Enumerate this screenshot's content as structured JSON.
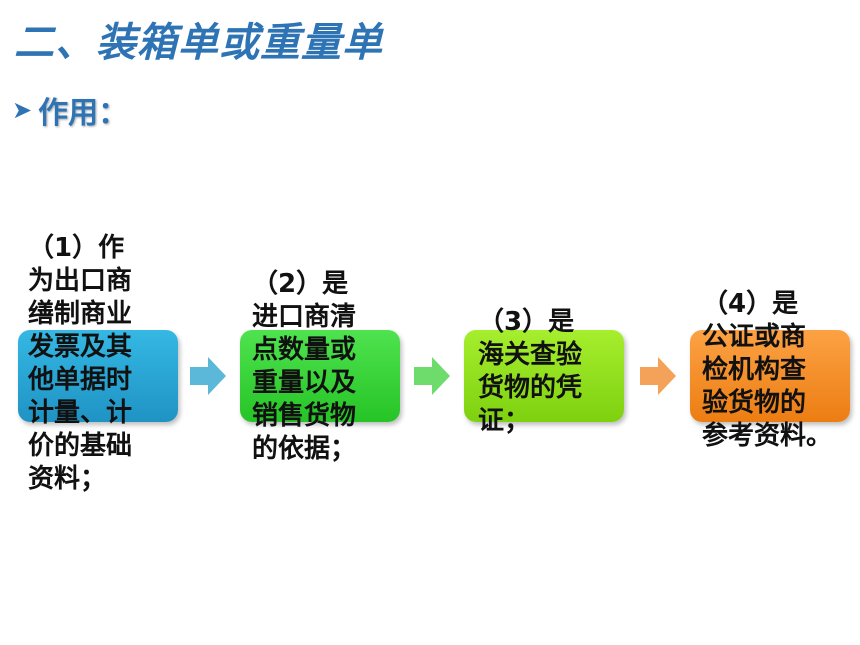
{
  "title": "二、装箱单或重量单",
  "subhead": {
    "label": "作用："
  },
  "steps": [
    {
      "text": "（1）作\n为出口商\n缮制商业\n发票及其\n他单据时\n计量、计\n价的基础\n资料；",
      "color": "#2aa8d8"
    },
    {
      "text": "（2）是\n进口商清\n点数量或\n重量以及\n销售货物\n的依据；",
      "color": "#36d636"
    },
    {
      "text": "（3）是\n海关查验\n货物的凭\n证；",
      "color": "#92e01e"
    },
    {
      "text": "（4）是\n公证或商\n检机构查\n验货物的\n参考资料。",
      "color": "#f58c25"
    }
  ],
  "icons": {
    "bullet": "triangle-bullet-icon",
    "arrow": "right-arrow-icon"
  },
  "arrow_colors": [
    "#5cb8d8",
    "#6ddc6d",
    "#f4a259"
  ]
}
